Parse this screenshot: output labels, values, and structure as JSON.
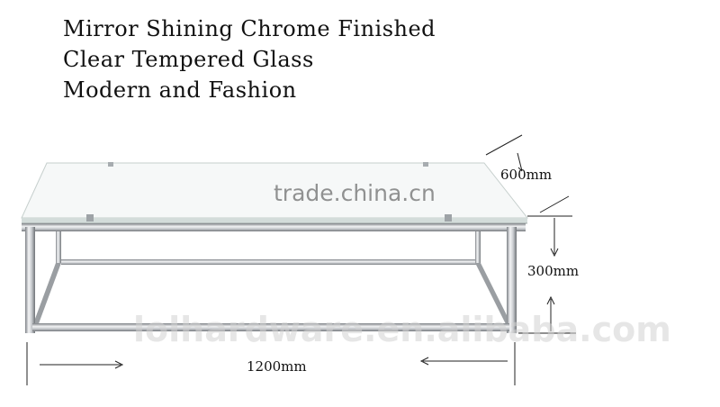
{
  "headline": {
    "line1": "Mirror Shining Chrome Finished",
    "line2": "Clear Tempered Glass",
    "line3": "Modern and Fashion"
  },
  "dimensions": {
    "depth": "600mm",
    "height": "300mm",
    "width": "1200mm"
  },
  "watermarks": {
    "center": "trade.china.cn",
    "bottom": "lolhardware.en.alibaba.com"
  },
  "colors": {
    "background": "#ffffff",
    "text": "#111111",
    "chrome_light": "#e6e8ea",
    "chrome_dark": "#8a8e92",
    "glass_edge": "#b9c7c4"
  }
}
